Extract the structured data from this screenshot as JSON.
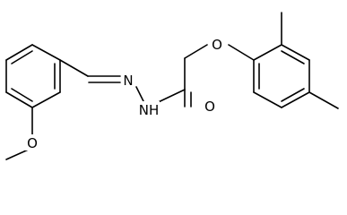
{
  "molecule": {
    "atoms": [
      {
        "id": "o_ether",
        "label": "O"
      },
      {
        "id": "o_carbonyl",
        "label": "O"
      },
      {
        "id": "n_amide",
        "label": "NH"
      },
      {
        "id": "n_imine",
        "label": "N"
      },
      {
        "id": "o_methoxy",
        "label": "O"
      }
    ],
    "substituents": {
      "ring_right": [
        "methyl",
        "methyl"
      ],
      "ring_left": [
        "methoxy"
      ]
    }
  }
}
